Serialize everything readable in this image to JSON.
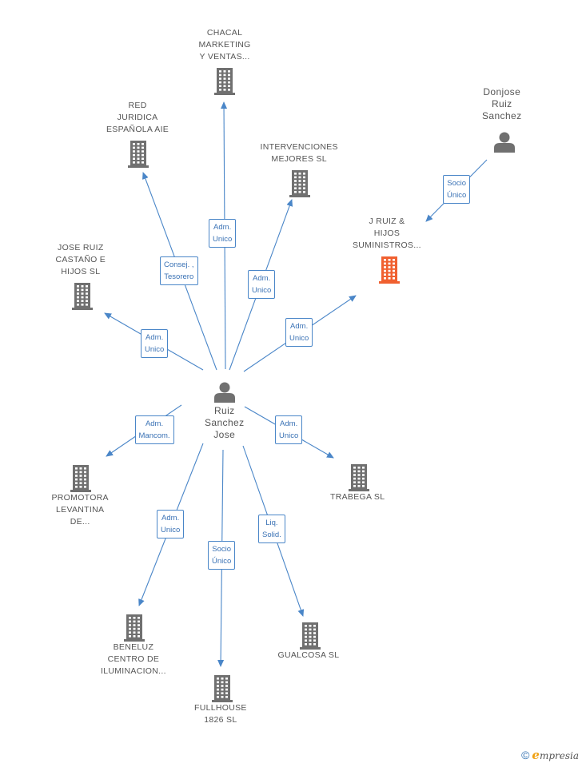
{
  "nodes": [
    {
      "id": "chacal",
      "kind": "company",
      "lines": [
        "CHACAL",
        "MARKETING",
        "Y VENTAS..."
      ],
      "highlight": false
    },
    {
      "id": "red",
      "kind": "company",
      "lines": [
        "RED",
        "JURIDICA",
        "ESPAÑOLA AIE"
      ],
      "highlight": false
    },
    {
      "id": "intervenciones",
      "kind": "company",
      "lines": [
        "INTERVENCIONES",
        "MEJORES  SL"
      ],
      "highlight": false
    },
    {
      "id": "donjose",
      "kind": "person",
      "lines": [
        "Donjose",
        "Ruiz",
        "Sanchez"
      ],
      "highlight": false
    },
    {
      "id": "jruiz",
      "kind": "company",
      "lines": [
        "J RUIZ &",
        "HIJOS",
        "SUMINISTROS..."
      ],
      "highlight": true
    },
    {
      "id": "josecastano",
      "kind": "company",
      "lines": [
        "JOSE RUIZ",
        "CASTAÑO E",
        "HIJOS SL"
      ],
      "highlight": false
    },
    {
      "id": "ruiz",
      "kind": "person",
      "lines": [
        "Ruiz",
        "Sanchez",
        "Jose"
      ],
      "highlight": false
    },
    {
      "id": "promotora",
      "kind": "company",
      "lines": [
        "PROMOTORA",
        "LEVANTINA",
        "DE..."
      ],
      "highlight": false
    },
    {
      "id": "trabega",
      "kind": "company",
      "lines": [
        "TRABEGA SL"
      ],
      "highlight": false
    },
    {
      "id": "beneluz",
      "kind": "company",
      "lines": [
        "BENELUZ",
        "CENTRO DE",
        "ILUMINACION..."
      ],
      "highlight": false
    },
    {
      "id": "gualcosa",
      "kind": "company",
      "lines": [
        "GUALCOSA SL"
      ],
      "highlight": false
    },
    {
      "id": "fullhouse",
      "kind": "company",
      "lines": [
        "FULLHOUSE",
        "1826 SL"
      ],
      "highlight": false
    }
  ],
  "edges": [
    {
      "from": "ruiz",
      "to": "chacal",
      "label": [
        "Adm.",
        "Unico"
      ]
    },
    {
      "from": "ruiz",
      "to": "red",
      "label": [
        "Consej. ,",
        "Tesorero"
      ]
    },
    {
      "from": "ruiz",
      "to": "intervenciones",
      "label": [
        "Adm.",
        "Unico"
      ]
    },
    {
      "from": "ruiz",
      "to": "jruiz",
      "label": [
        "Adm.",
        "Unico"
      ]
    },
    {
      "from": "donjose",
      "to": "jruiz",
      "label": [
        "Socio",
        "Único"
      ]
    },
    {
      "from": "ruiz",
      "to": "josecastano",
      "label": [
        "Adm.",
        "Unico"
      ]
    },
    {
      "from": "ruiz",
      "to": "promotora",
      "label": [
        "Adm.",
        "Mancom."
      ]
    },
    {
      "from": "ruiz",
      "to": "trabega",
      "label": [
        "Adm.",
        "Unico"
      ]
    },
    {
      "from": "ruiz",
      "to": "beneluz",
      "label": [
        "Adm.",
        "Unico"
      ]
    },
    {
      "from": "ruiz",
      "to": "fullhouse",
      "label": [
        "Socio",
        "Único"
      ]
    },
    {
      "from": "ruiz",
      "to": "gualcosa",
      "label": [
        "Liq.",
        "Solid."
      ]
    }
  ],
  "colors": {
    "edge": "#4a86c8",
    "company": "#707070",
    "highlight": "#f06030",
    "person": "#707070"
  },
  "footer": {
    "copyright": "©",
    "brand_initial": "e",
    "brand_rest": "mpresia"
  }
}
